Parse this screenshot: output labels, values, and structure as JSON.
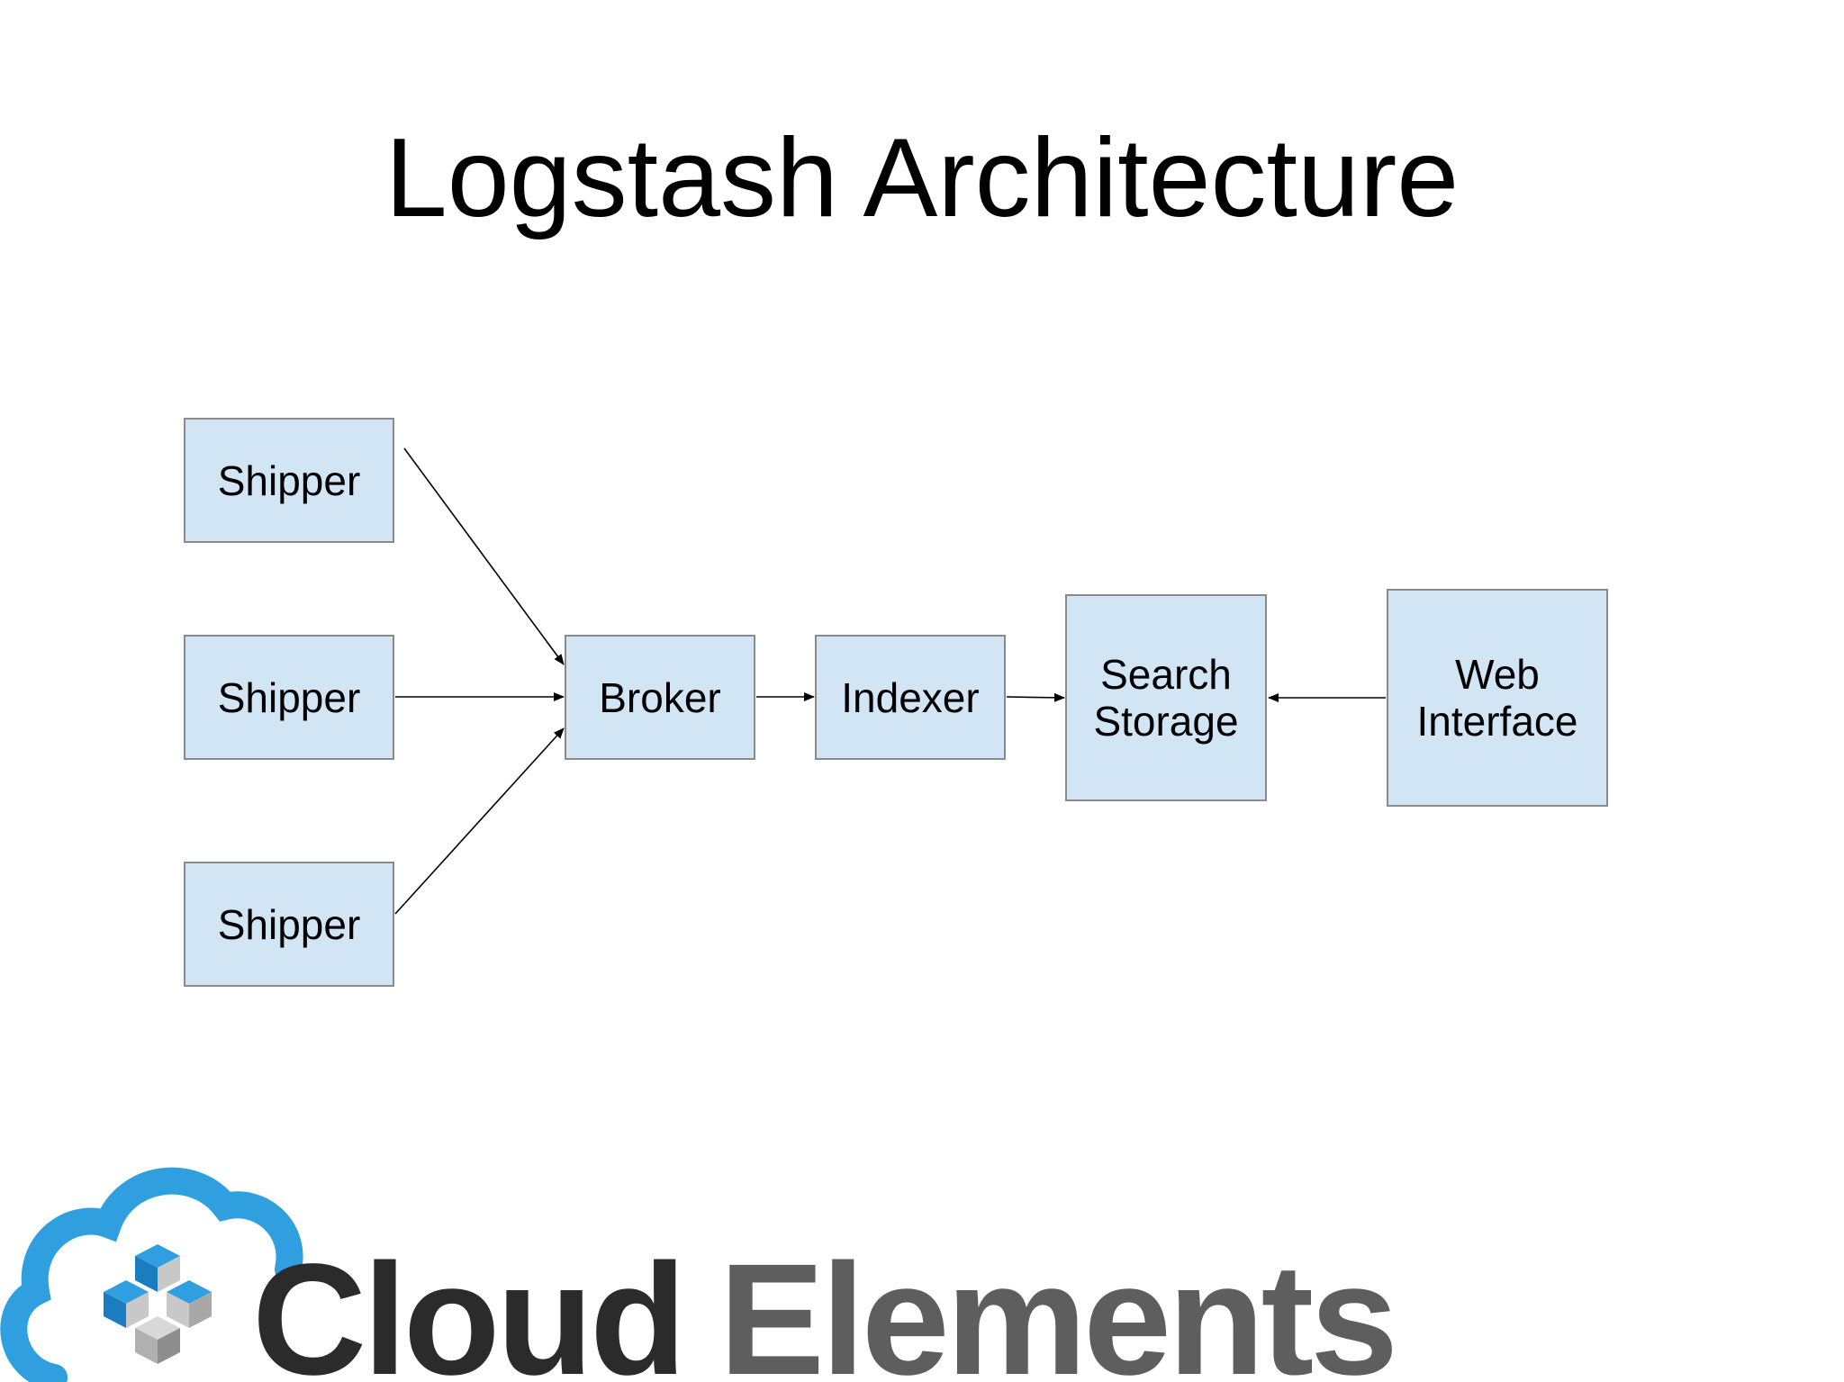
{
  "slide": {
    "title": "Logstash Architecture"
  },
  "diagram": {
    "nodes": [
      {
        "id": "shipper1",
        "label": "Shipper"
      },
      {
        "id": "shipper2",
        "label": "Shipper"
      },
      {
        "id": "shipper3",
        "label": "Shipper"
      },
      {
        "id": "broker",
        "label": "Broker"
      },
      {
        "id": "indexer",
        "label": "Indexer"
      },
      {
        "id": "search",
        "label": "Search\nStorage"
      },
      {
        "id": "web",
        "label": "Web\nInterface"
      }
    ],
    "edges": [
      {
        "from": "shipper1",
        "to": "broker"
      },
      {
        "from": "shipper2",
        "to": "broker"
      },
      {
        "from": "shipper3",
        "to": "broker"
      },
      {
        "from": "broker",
        "to": "indexer"
      },
      {
        "from": "indexer",
        "to": "search"
      },
      {
        "from": "web",
        "to": "search"
      }
    ],
    "colors": {
      "node_fill": "#d2e5f5",
      "node_border": "#8a8a8a",
      "edge": "#000000"
    }
  },
  "logo": {
    "word1": "Cloud",
    "word2": "Elements",
    "icon": "cloud-cubes-icon",
    "colors": {
      "cloud": "#2f9fe0",
      "cubes_light": "#c8c8c8",
      "cubes_blue": "#2f9fe0",
      "word1": "#2b2b2b",
      "word2": "#5e5e5e"
    }
  }
}
